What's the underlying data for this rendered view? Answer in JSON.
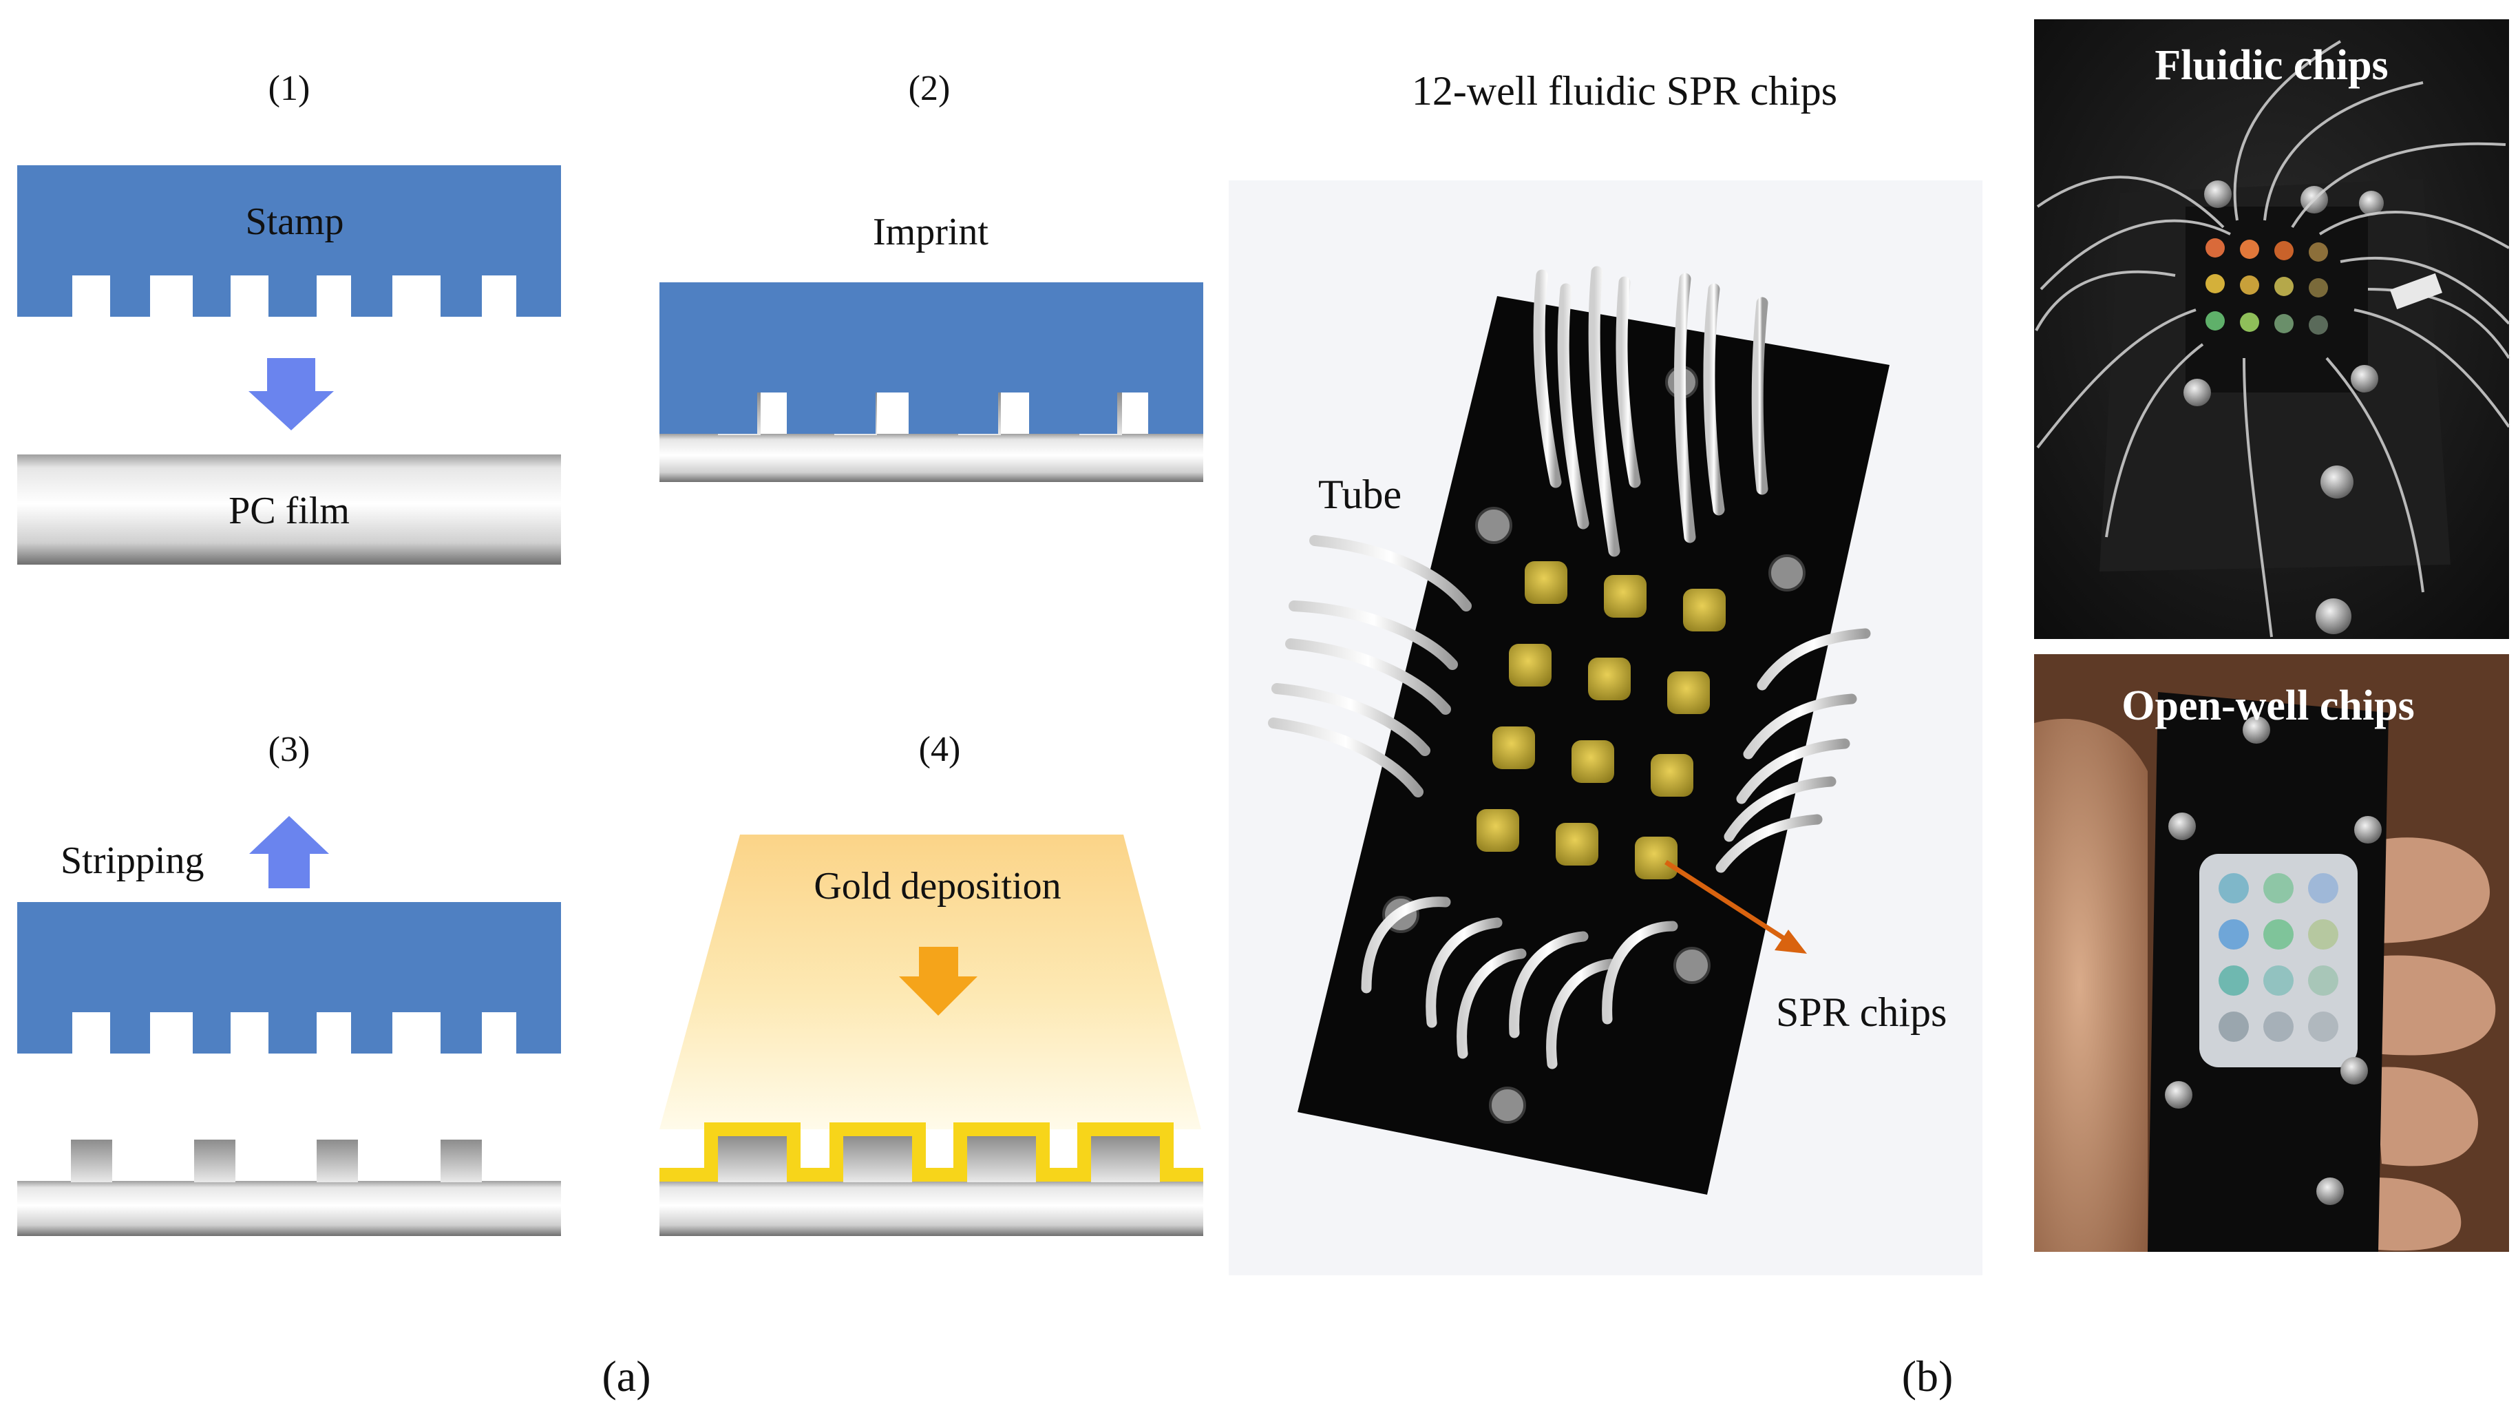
{
  "panel_a": {
    "steps": [
      {
        "number": "(1)",
        "stamp_label": "Stamp",
        "film_label": "PC film"
      },
      {
        "number": "(2)",
        "label": "Imprint"
      },
      {
        "number": "(3)",
        "label": "Stripping"
      },
      {
        "number": "(4)",
        "label": "Gold deposition"
      }
    ],
    "caption": "(a)"
  },
  "panel_b": {
    "title": "12-well fluidic SPR chips",
    "tube_label": "Tube",
    "spr_label": "SPR chips",
    "photo_fluidic_label": "Fluidic chips",
    "photo_openwell_label": "Open-well chips",
    "caption": "(b)"
  },
  "colors": {
    "stamp_blue": "#4f80c2",
    "arrow_blue": "#6a84ee",
    "gold": "#f7d51a",
    "gold_arrow": "#f5a41a",
    "chip_black": "#080808",
    "spr_arrow": "#d9630f"
  }
}
